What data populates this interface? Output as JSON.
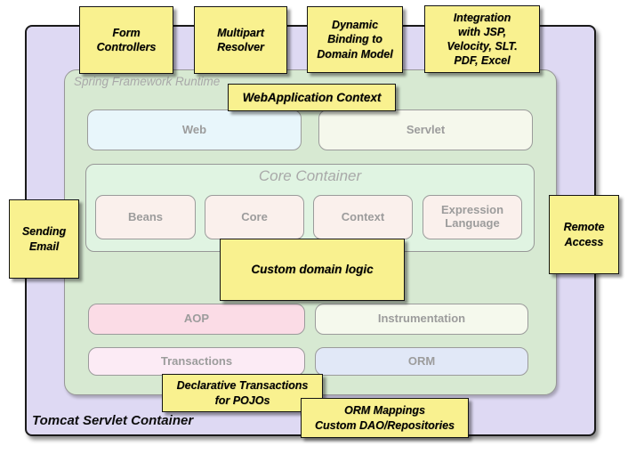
{
  "containers": {
    "tomcat": "Tomcat Servlet Container",
    "runtime": "Spring Framework Runtime",
    "core": "Core Container"
  },
  "boxes": {
    "web": "Web",
    "servlet": "Servlet",
    "beans": "Beans",
    "core": "Core",
    "context": "Context",
    "expression_language": "Expression Language",
    "aop": "AOP",
    "instrumentation": "Instrumentation",
    "transactions": "Transactions",
    "orm": "ORM"
  },
  "notes": {
    "form_controllers": "Form\nControllers",
    "multipart_resolver": "Multipart\nResolver",
    "dynamic_binding": "Dynamic\nBinding to\nDomain Model",
    "integration": "Integration\nwith JSP,\nVelocity, SLT.\nPDF, Excel",
    "webapplication_context": "WebApplication Context",
    "sending_email": "Sending\nEmail",
    "remote_access": "Remote\nAccess",
    "custom_domain_logic": "Custom domain logic",
    "declarative_transactions": "Declarative Transactions\nfor POJOs",
    "orm_mappings": "ORM Mappings\nCustom DAO/Repositories"
  },
  "colors": {
    "tomcat_bg": "#ded9f3",
    "runtime_bg": "#d7e9d2",
    "core_container_bg": "#e0f4e2",
    "web_bg": "#e8f6fb",
    "servlet_bg": "#f5f8ec",
    "core_module_bg": "#faf0ec",
    "aop_bg": "#fbdce6",
    "instrumentation_bg": "#f5f9ed",
    "transactions_bg": "#fcebf5",
    "orm_bg": "#e1e8f7",
    "note_bg": "#f9f18f",
    "muted_label": "#9c9c9c"
  }
}
